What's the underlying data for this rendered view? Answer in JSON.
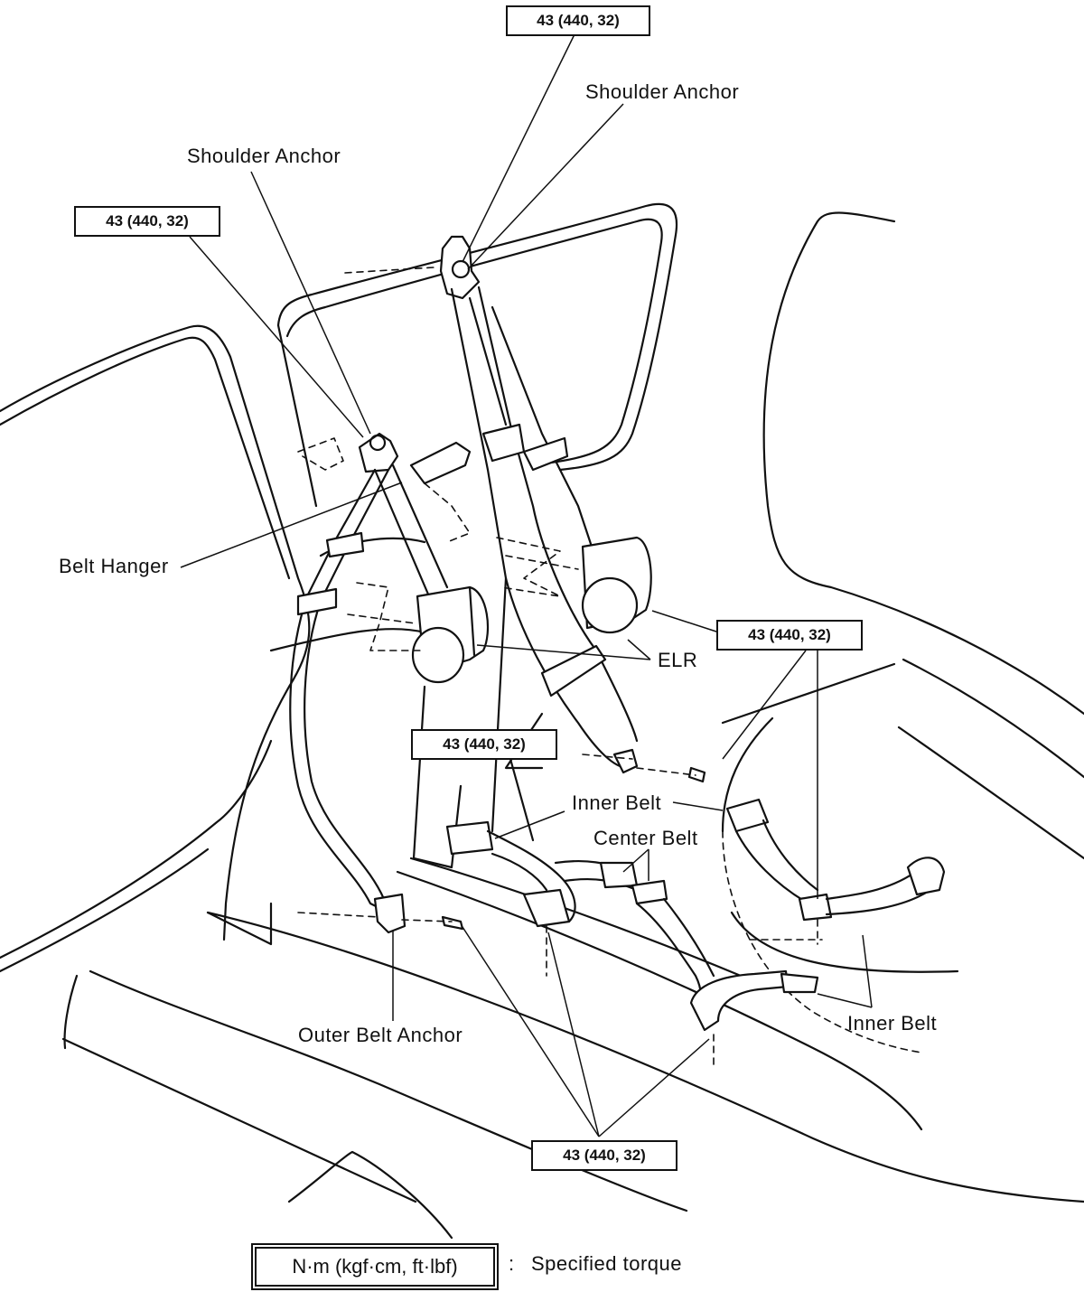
{
  "labels": {
    "shoulder_anchor_right": "Shoulder Anchor",
    "shoulder_anchor_left": "Shoulder Anchor",
    "belt_hanger": "Belt Hanger",
    "elr": "ELR",
    "inner_belt_top": "Inner Belt",
    "center_belt": "Center Belt",
    "inner_belt_right": "Inner Belt",
    "outer_belt_anchor": "Outer Belt Anchor"
  },
  "torque": {
    "top": "43 (440, 32)",
    "left": "43 (440, 32)",
    "right": "43 (440, 32)",
    "middle": "43 (440, 32)",
    "bottom": "43 (440, 32)"
  },
  "legend": {
    "unit": "N·m (kgf·cm, ft·lbf)",
    "separator": ":",
    "description": "Specified torque"
  }
}
